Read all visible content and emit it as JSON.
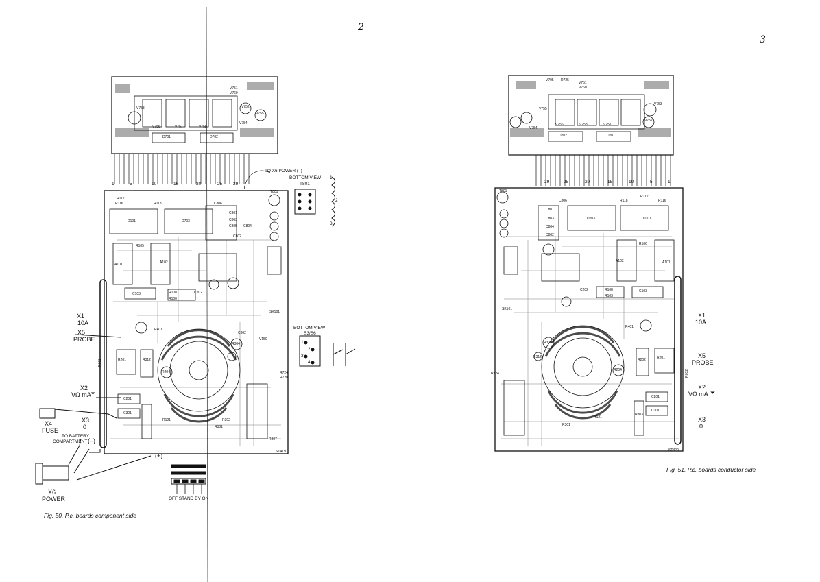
{
  "page_numbers": {
    "left": "2",
    "right": "3"
  },
  "left_figure": {
    "caption": "Fig. 50. P.c. boards component side",
    "connector_numbers": [
      "1",
      "5",
      "10",
      "15",
      "20",
      "25",
      "29"
    ],
    "labels": {
      "x6_power_minus": "TO X6 POWER (–)",
      "bottom_view_t801": "BOTTOM VIEW",
      "t801": "T801",
      "bottom_view_s3": "BOTTOM VIEW",
      "s3_s6": "S3/S6",
      "x1": "X1",
      "x1_rating": "10A",
      "x5": "X5",
      "x5_name": "PROBE",
      "x2": "X2",
      "x2_name": "VΩ mA",
      "x3": "X3",
      "x3_name": "0",
      "x4": "X4",
      "x4_name": "FUSE",
      "battery_line1": "TO BATTERY",
      "battery_line2": "COMPARTMENT",
      "battery_minus": "(–)",
      "battery_plus": "(+)",
      "x6": "X6",
      "x6_name": "POWER",
      "switch_positions": "OFF  STAND BY  ON",
      "board_code": "ST419",
      "t801_pins": [
        "1",
        "2",
        "3"
      ],
      "s3_pins": [
        "1",
        "2",
        "3",
        "4"
      ]
    },
    "components": [
      "V753",
      "V756",
      "V757",
      "V758",
      "D701",
      "D702",
      "V751",
      "V760",
      "V752",
      "V755",
      "V754",
      "R112",
      "R118",
      "R116",
      "D101",
      "D703",
      "C806",
      "C801",
      "C803",
      "C805",
      "C804",
      "C802",
      "R105",
      "A101",
      "A102",
      "C103",
      "R108",
      "R100",
      "C202",
      "R401",
      "R201",
      "R312",
      "R204",
      "C201",
      "C301",
      "R121",
      "R302",
      "R301",
      "C302",
      "R304",
      "V150",
      "R724",
      "R720",
      "SK101",
      "R807",
      "T801",
      "R602"
    ]
  },
  "right_figure": {
    "caption": "Fig. 51. P.c. boards conductor side",
    "connector_numbers": [
      "29",
      "25",
      "20",
      "15",
      "10",
      "5",
      "1"
    ],
    "labels": {
      "x1": "X1",
      "x1_rating": "10A",
      "x5": "X5",
      "x5_name": "PROBE",
      "x2": "X2",
      "x2_name": "VΩ mA",
      "x3": "X3",
      "x3_name": "0",
      "board_code": "ST420"
    },
    "components": [
      "V705",
      "R725",
      "V751",
      "V760",
      "V753",
      "V755",
      "V752",
      "V756",
      "V758",
      "V757",
      "D702",
      "D701",
      "V754",
      "T801",
      "C806",
      "R118",
      "R116",
      "R112",
      "C801",
      "C803",
      "C804",
      "C802",
      "D703",
      "D101",
      "R106",
      "A102",
      "A101",
      "C103",
      "R108",
      "R103",
      "C202",
      "R401",
      "R201",
      "R202",
      "C201",
      "C301",
      "R803",
      "R121",
      "R204",
      "R301",
      "R312",
      "R304",
      "SK101",
      "R724",
      "R602"
    ]
  }
}
